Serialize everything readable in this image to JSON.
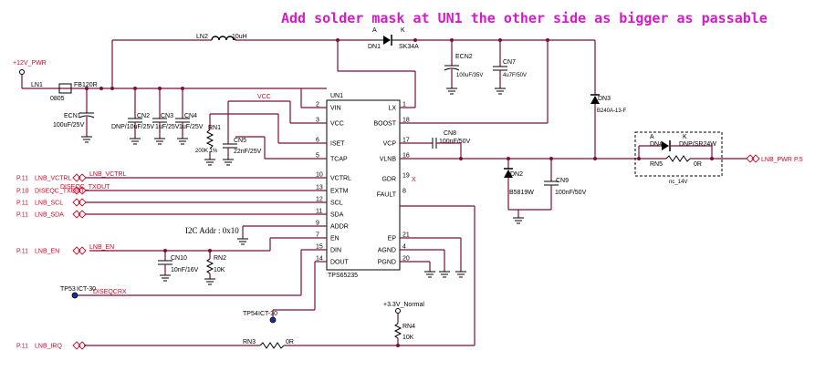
{
  "note": "Add solder mask at UN1 the other side as bigger as passable",
  "ic": {
    "ref": "UN1",
    "part": "TPS65235",
    "pins_left": [
      {
        "name": "VIN",
        "num": "2"
      },
      {
        "name": "VCC",
        "num": "3"
      },
      {
        "name": "ISET",
        "num": "6"
      },
      {
        "name": "TCAP",
        "num": "5"
      },
      {
        "name": "VCTRL",
        "num": "10"
      },
      {
        "name": "EXTM",
        "num": "13"
      },
      {
        "name": "SCL",
        "num": "12"
      },
      {
        "name": "SDA",
        "num": "11"
      },
      {
        "name": "ADDR",
        "num": "9"
      },
      {
        "name": "EN",
        "num": "7"
      },
      {
        "name": "DIN",
        "num": "15"
      },
      {
        "name": "DOUT",
        "num": "14"
      }
    ],
    "pins_right": [
      {
        "name": "LX",
        "num": "1"
      },
      {
        "name": "BOOST",
        "num": "18"
      },
      {
        "name": "VCP",
        "num": "17"
      },
      {
        "name": "VLNB",
        "num": "16"
      },
      {
        "name": "GDR",
        "num": "19"
      },
      {
        "name": "FAULT",
        "num": "8"
      },
      {
        "name": "EP",
        "num": "21"
      },
      {
        "name": "AGND",
        "num": "4"
      },
      {
        "name": "PGND",
        "num": "20"
      }
    ]
  },
  "power": {
    "p12v": "+12V_PWR",
    "p33v": "+3.3V_Normal"
  },
  "nets": {
    "vcc": "VCC",
    "lnb_pwr": "LNB_PWR",
    "p5": "P.5"
  },
  "i2c": "I2C Addr : 0x10",
  "ports": [
    {
      "page": "P.11",
      "name": "LNB_VCTRL",
      "net": "LNB_VCTRL"
    },
    {
      "page": "P.10",
      "name": "DISEQC_TXOUT",
      "net": "DISEQC_TXOUT"
    },
    {
      "page": "P.11",
      "name": "LNB_SCL",
      "net": ""
    },
    {
      "page": "P.11",
      "name": "LNB_SDA",
      "net": ""
    },
    {
      "page": "P.11",
      "name": "LNB_EN",
      "net": "LNB_EN"
    },
    {
      "page": "P.11",
      "name": "LNB_IRQ",
      "net": ""
    }
  ],
  "tp": {
    "tp53": {
      "ref": "TP53",
      "part": "ICT-30",
      "net": "DISEQCRX"
    },
    "tp54": {
      "ref": "TP54",
      "part": "ICT-30"
    }
  },
  "components": {
    "fb1": {
      "ref": "FB120R",
      "pkg": "0805",
      "ln": "LN1"
    },
    "ln2": {
      "ref": "LN2",
      "val": "10uH"
    },
    "dn1": {
      "ref": "DN1",
      "val": "SK34A",
      "a": "A",
      "k": "K"
    },
    "ecn1": {
      "ref": "ECN1",
      "val": "100uF/25V"
    },
    "cn2": {
      "ref": "CN2",
      "val": "DNP/10uF/25V"
    },
    "cn3": {
      "ref": "CN3",
      "val": "1uF/25V"
    },
    "cn4": {
      "ref": "CN4",
      "val": "1uF/25V"
    },
    "rn1": {
      "ref": "RN1",
      "val": "200K 1%"
    },
    "cn5": {
      "ref": "CN5",
      "val": "22nF/25V"
    },
    "ecn2": {
      "ref": "ECN2",
      "val": "100uF/35V"
    },
    "cn7": {
      "ref": "CN7",
      "val": "4u7F/50V"
    },
    "dn3": {
      "ref": "DN3",
      "val": "B240A-13-F"
    },
    "cn8": {
      "ref": "CN8",
      "val": "100nF/50V"
    },
    "dn2": {
      "ref": "DN2",
      "val": "B5819W"
    },
    "cn9": {
      "ref": "CN9",
      "val": "100nF/50V"
    },
    "dn4": {
      "ref": "DN4",
      "val": "DNP/SR24W",
      "a": "A",
      "k": "K"
    },
    "rn5": {
      "ref": "RN5",
      "val": "0R"
    },
    "mc": {
      "label": "nc_14V"
    },
    "cn10": {
      "ref": "CN10",
      "val": "10nF/16V"
    },
    "rn2": {
      "ref": "RN2",
      "val": "10K"
    },
    "rn4": {
      "ref": "RN4",
      "val": "10K"
    },
    "rn3": {
      "ref": "RN3",
      "val": "0R"
    }
  }
}
